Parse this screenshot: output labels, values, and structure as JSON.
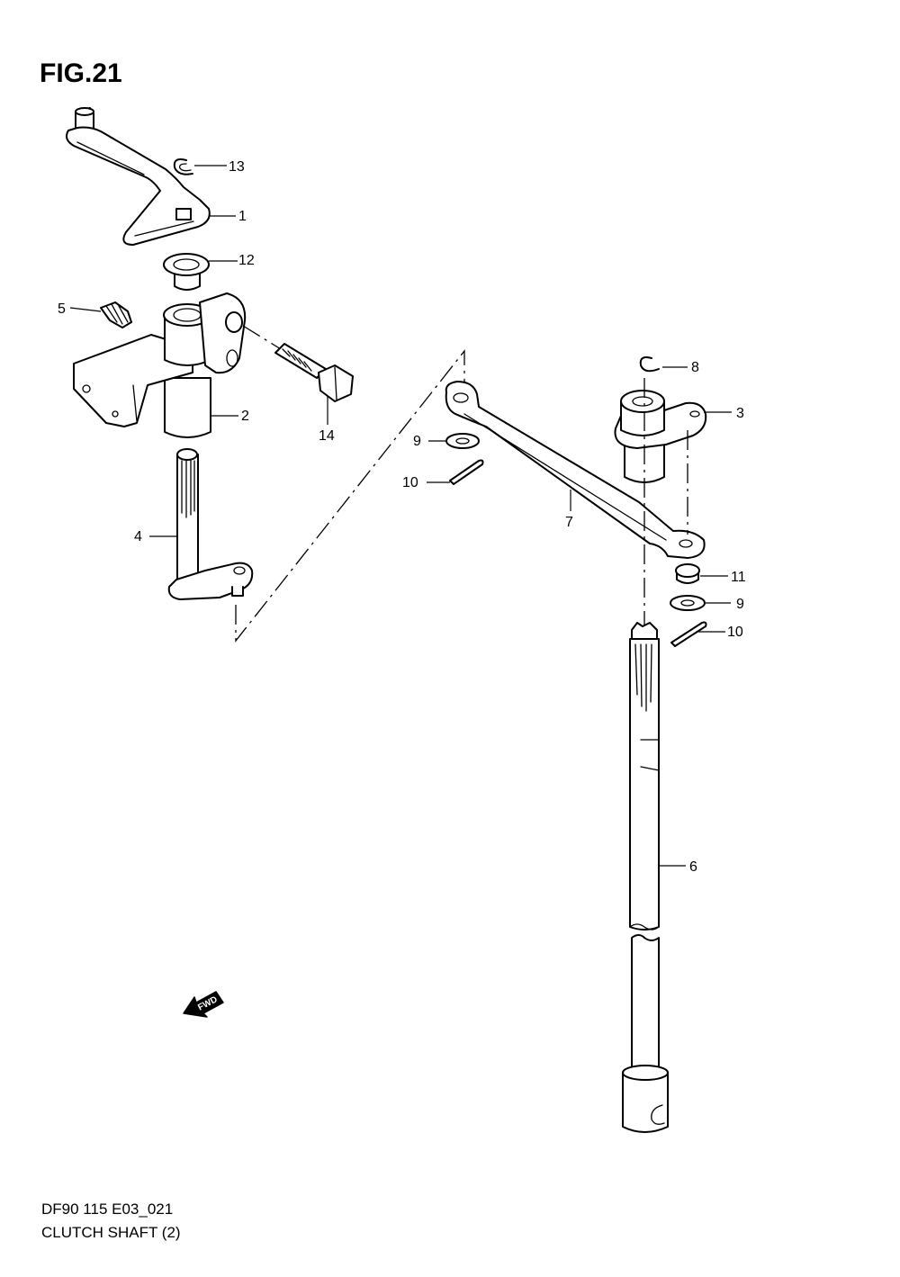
{
  "figure": {
    "title": "FIG.21",
    "model_code": "DF90 115 E03_021",
    "caption": "CLUTCH SHAFT (2)"
  },
  "callouts": [
    {
      "id": "13",
      "label": "13"
    },
    {
      "id": "1",
      "label": "1"
    },
    {
      "id": "12",
      "label": "12"
    },
    {
      "id": "5",
      "label": "5"
    },
    {
      "id": "2",
      "label": "2"
    },
    {
      "id": "14",
      "label": "14"
    },
    {
      "id": "4",
      "label": "4"
    },
    {
      "id": "8",
      "label": "8"
    },
    {
      "id": "3",
      "label": "3"
    },
    {
      "id": "9a",
      "label": "9"
    },
    {
      "id": "10a",
      "label": "10"
    },
    {
      "id": "7",
      "label": "7"
    },
    {
      "id": "11",
      "label": "11"
    },
    {
      "id": "9b",
      "label": "9"
    },
    {
      "id": "10b",
      "label": "10"
    },
    {
      "id": "6",
      "label": "6"
    }
  ],
  "fwd_marker": {
    "label": "FWD"
  }
}
